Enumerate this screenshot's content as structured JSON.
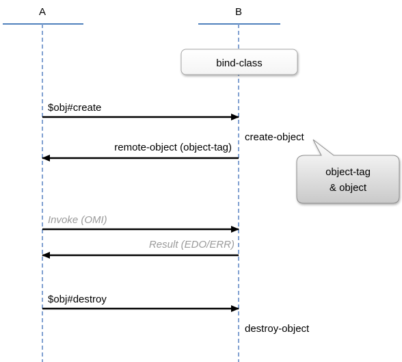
{
  "participants": {
    "a": {
      "label": "A"
    },
    "b": {
      "label": "B"
    }
  },
  "bind_class_box": {
    "label": "bind-class"
  },
  "messages": {
    "create": {
      "label": "$obj#create"
    },
    "remote_object": {
      "label": "remote-object (object-tag)"
    },
    "invoke": {
      "label": "Invoke (OMI)"
    },
    "result": {
      "label": "Result (EDO/ERR)"
    },
    "destroy": {
      "label": "$obj#destroy"
    }
  },
  "notes": {
    "create_object": "create-object",
    "destroy_object": "destroy-object"
  },
  "callout": {
    "line1": "object-tag",
    "line2": "& object"
  },
  "colors": {
    "header_line": "#4f81bd",
    "lifeline": "#7f9fd0",
    "arrow": "#000000",
    "grey_text": "#9a9a9a"
  }
}
